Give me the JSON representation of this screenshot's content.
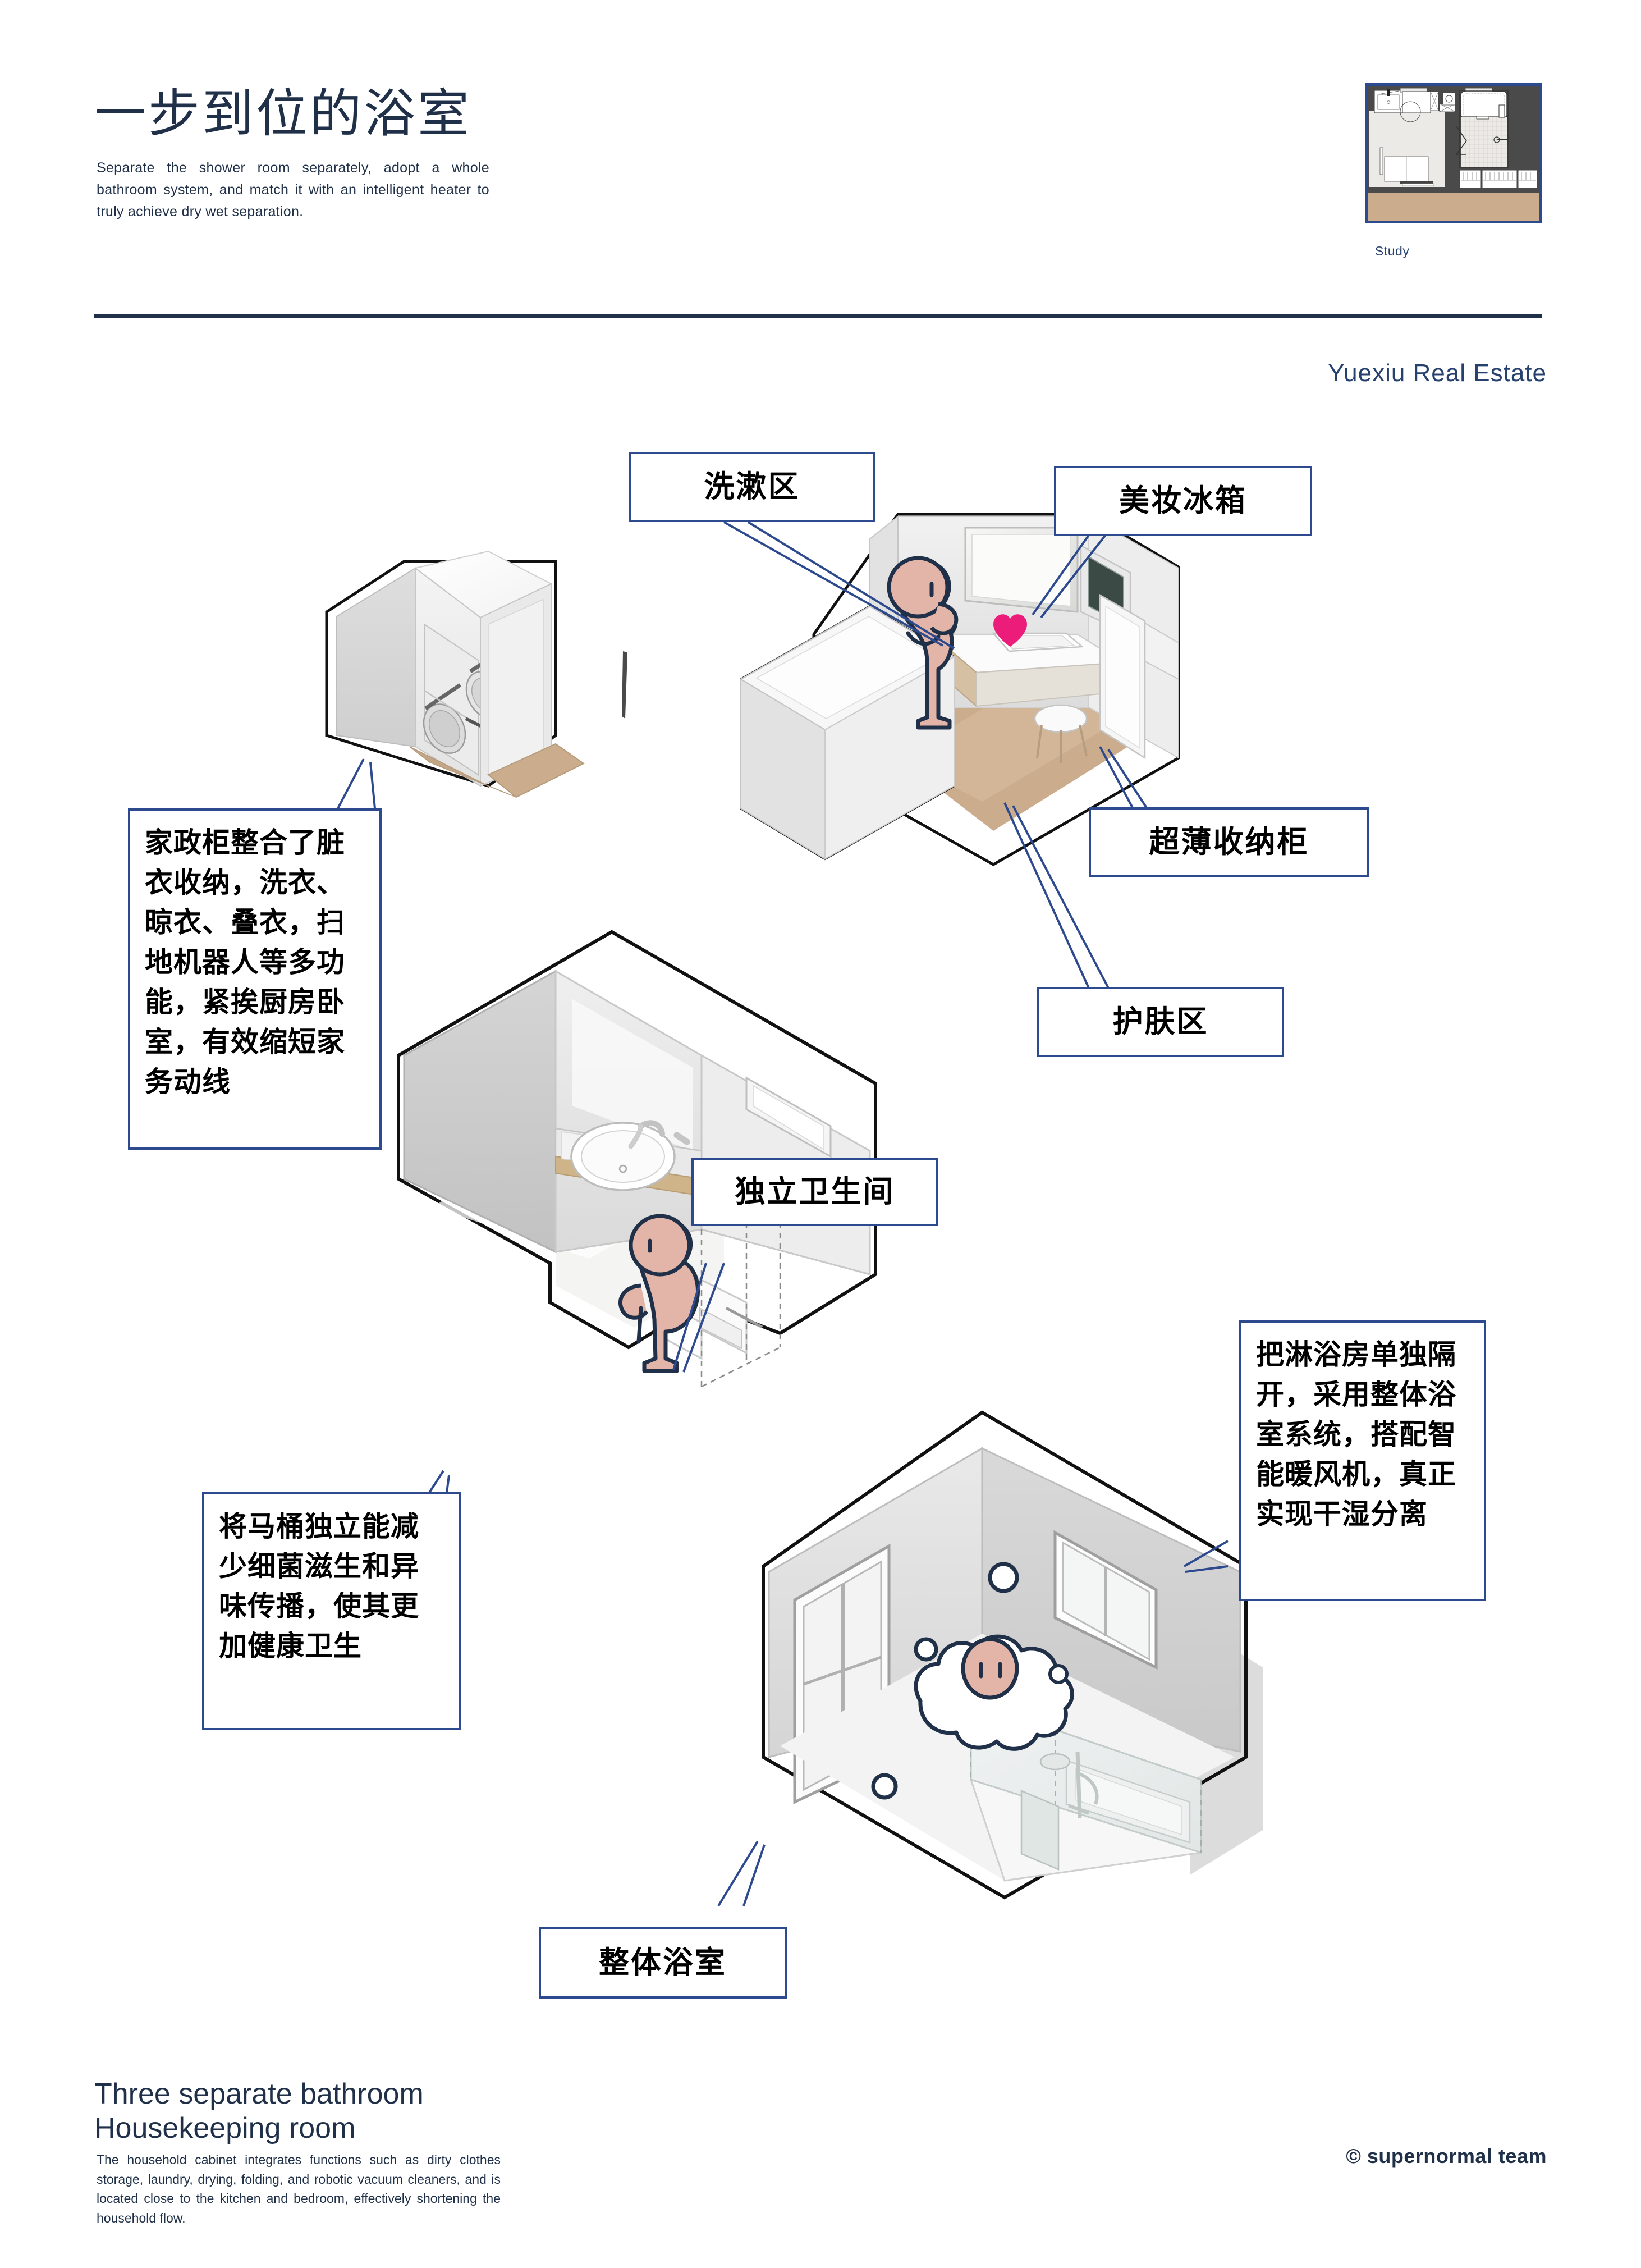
{
  "header": {
    "title": "一步到位的浴室",
    "subtitle": "Separate the shower room separately, adopt a whole bathroom system, and match it with an intelligent heater to truly achieve dry wet separation.",
    "plan_label": "Study",
    "brand": "Yuexiu Real Estate"
  },
  "callouts": {
    "wash_area": "洗漱区",
    "beauty_fridge": "美妆冰箱",
    "slim_cabinet": "超薄收纳柜",
    "skincare_area": "护肤区",
    "housekeeping_cabinet": "家政柜整合了脏衣收纳，洗衣、晾衣、叠衣，扫地机器人等多功能，紧挨厨房卧室，有效缩短家务动线",
    "independent_toilet": "独立卫生间",
    "toilet_hygiene": "将马桶独立能减少细菌滋生和异味传播，使其更加健康卫生",
    "shower_separation": "把淋浴房单独隔开，采用整体浴室系统，搭配智能暖风机，真正实现干湿分离",
    "whole_bathroom": "整体浴室"
  },
  "footer": {
    "title_line1": "Three separate bathroom",
    "title_line2": "Housekeeping room",
    "body": "The household cabinet integrates functions such as dirty clothes storage, laundry, drying, folding, and robotic vacuum cleaners, and is located close to the kitchen and bedroom, effectively shortening the household flow.",
    "credit": "© supernormal team"
  },
  "colors": {
    "navy": "#1f3048",
    "callout_border": "#2e4a8f",
    "brand_blue": "#27416f",
    "heart_pink": "#ec1d7a",
    "figure_skin": "#e3b5a8",
    "wood_floor": "#cbad8d"
  }
}
